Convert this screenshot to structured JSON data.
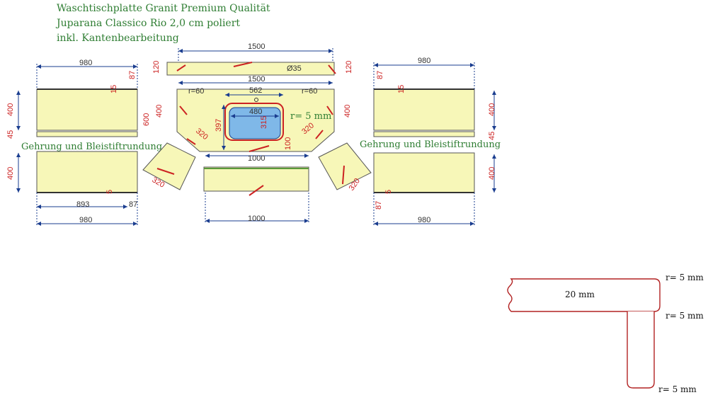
{
  "header": {
    "line1": "Waschtischplatte Granit Premium Qualität",
    "line2": "Juparana Classico Rio 2,0 cm poliert",
    "line3": "inkl. Kantenbearbeitung"
  },
  "colors": {
    "panel_fill": "#f7f7b8",
    "dim_line": "#1a3d8f",
    "dim_text": "#333333",
    "red_mark": "#cc2222",
    "green_text": "#2e7d32",
    "sink_fill": "#7fb8e8"
  },
  "labels": {
    "top_1500": "1500",
    "top_120_left": "120",
    "top_120_right": "120",
    "center_1500": "1500",
    "hole": "Ø35",
    "w562": "562",
    "r60_left": "r=60",
    "r60_right": "r=60",
    "h600": "600",
    "h400_center_left": "400",
    "h400_center_right": "400",
    "h397": "397",
    "sink_w": "480",
    "sink_h": "315",
    "r5_sink": "r= 5 mm",
    "d320_a": "320",
    "d320_b": "320",
    "d100": "100",
    "w1000_top": "1000",
    "w1000_bottom": "1000",
    "left_980_top": "980",
    "left_87_top": "87",
    "left_15_top": "15",
    "left_400_top": "400",
    "left_45": "45",
    "left_400_bottom": "400",
    "left_5": "5",
    "left_893": "893",
    "left_87_bottom": "87",
    "left_980_bottom": "980",
    "left_320": "320",
    "right_980_top": "980",
    "right_87_top": "87",
    "right_15": "15",
    "right_400_top": "400",
    "right_45": "45",
    "right_400_bottom": "400",
    "right_5": "5",
    "right_87_bottom": "87",
    "right_980_bottom": "980",
    "right_320": "320",
    "gehrung_left": "Gehrung und Bleistiftrundung",
    "gehrung_right": "Gehrung und Bleistiftrundung",
    "edge_20mm": "20 mm",
    "edge_r5_a": "r= 5 mm",
    "edge_r5_b": "r= 5 mm",
    "edge_r5_c": "r= 5 mm"
  }
}
